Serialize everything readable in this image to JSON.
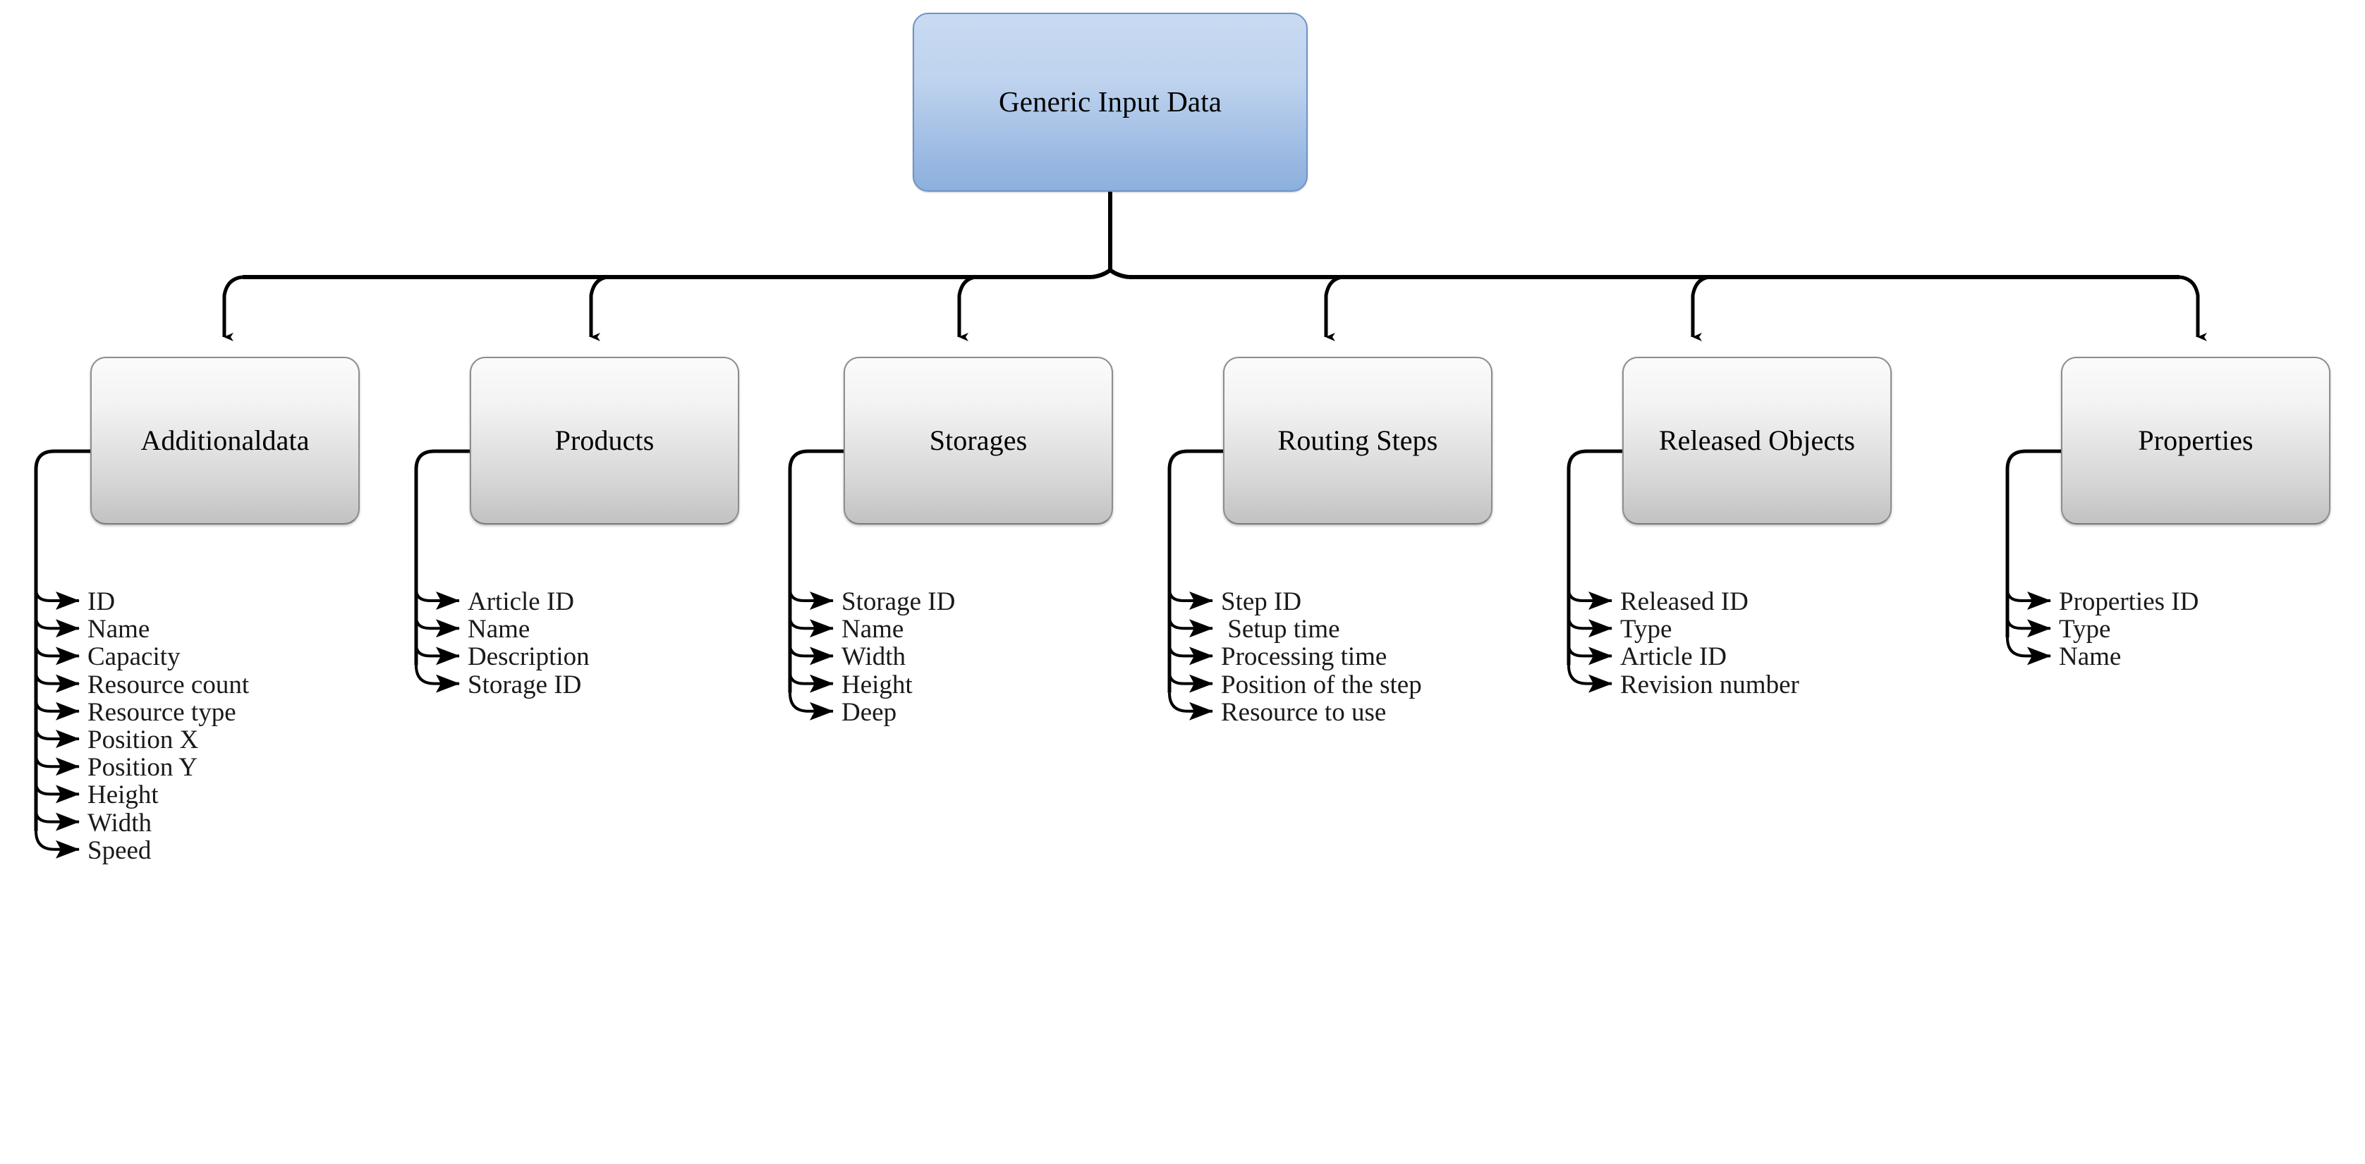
{
  "diagram": {
    "title": "Generic Input Data",
    "type": "tree",
    "root": {
      "label": "Generic Input Data",
      "fill_top": "#c9daf2",
      "fill_bottom": "#8cb0dd",
      "border": "#6f94c6"
    },
    "node_style": {
      "fill_top": "#f7f7f7",
      "fill_bottom": "#c2c2c2",
      "border": "#8d8d8d"
    },
    "connector_color": "#000000",
    "categories": [
      {
        "label": "Additionaldata",
        "leaves": [
          "ID",
          "Name",
          "Capacity",
          "Resource count",
          "Resource type",
          "Position X",
          "Position Y",
          "Height",
          "Width",
          "Speed"
        ]
      },
      {
        "label": "Products",
        "leaves": [
          "Article ID",
          "Name",
          "Description",
          "Storage ID"
        ]
      },
      {
        "label": "Storages",
        "leaves": [
          "Storage ID",
          "Name",
          "Width",
          "Height",
          "Deep"
        ]
      },
      {
        "label": "Routing Steps",
        "leaves": [
          "Step ID",
          " Setup time",
          "Processing time",
          "Position of the step",
          "Resource to use"
        ]
      },
      {
        "label": "Released Objects",
        "leaves": [
          "Released ID",
          "Type",
          "Article ID",
          "Revision number"
        ]
      },
      {
        "label": "Properties",
        "leaves": [
          "Properties ID",
          "Type",
          "Name"
        ]
      }
    ]
  }
}
